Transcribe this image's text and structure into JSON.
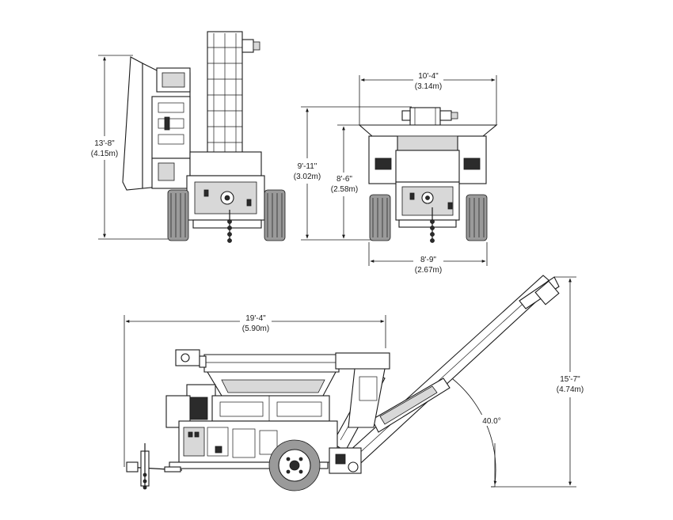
{
  "dimensions": {
    "rear_height": {
      "imperial": "13'-8\"",
      "metric": "(4.15m)"
    },
    "front_width": {
      "imperial": "10'-4\"",
      "metric": "(3.14m)"
    },
    "front_height_total": {
      "imperial": "9'-11\"",
      "metric": "(3.02m)"
    },
    "front_height_hopper": {
      "imperial": "8'-6\"",
      "metric": "(2.58m)"
    },
    "front_track_width": {
      "imperial": "8'-9\"",
      "metric": "(2.67m)"
    },
    "side_length": {
      "imperial": "19'-4\"",
      "metric": "(5.90m)"
    },
    "side_height": {
      "imperial": "15'-7\"",
      "metric": "(4.74m)"
    },
    "conveyor_angle": "40.0°"
  }
}
